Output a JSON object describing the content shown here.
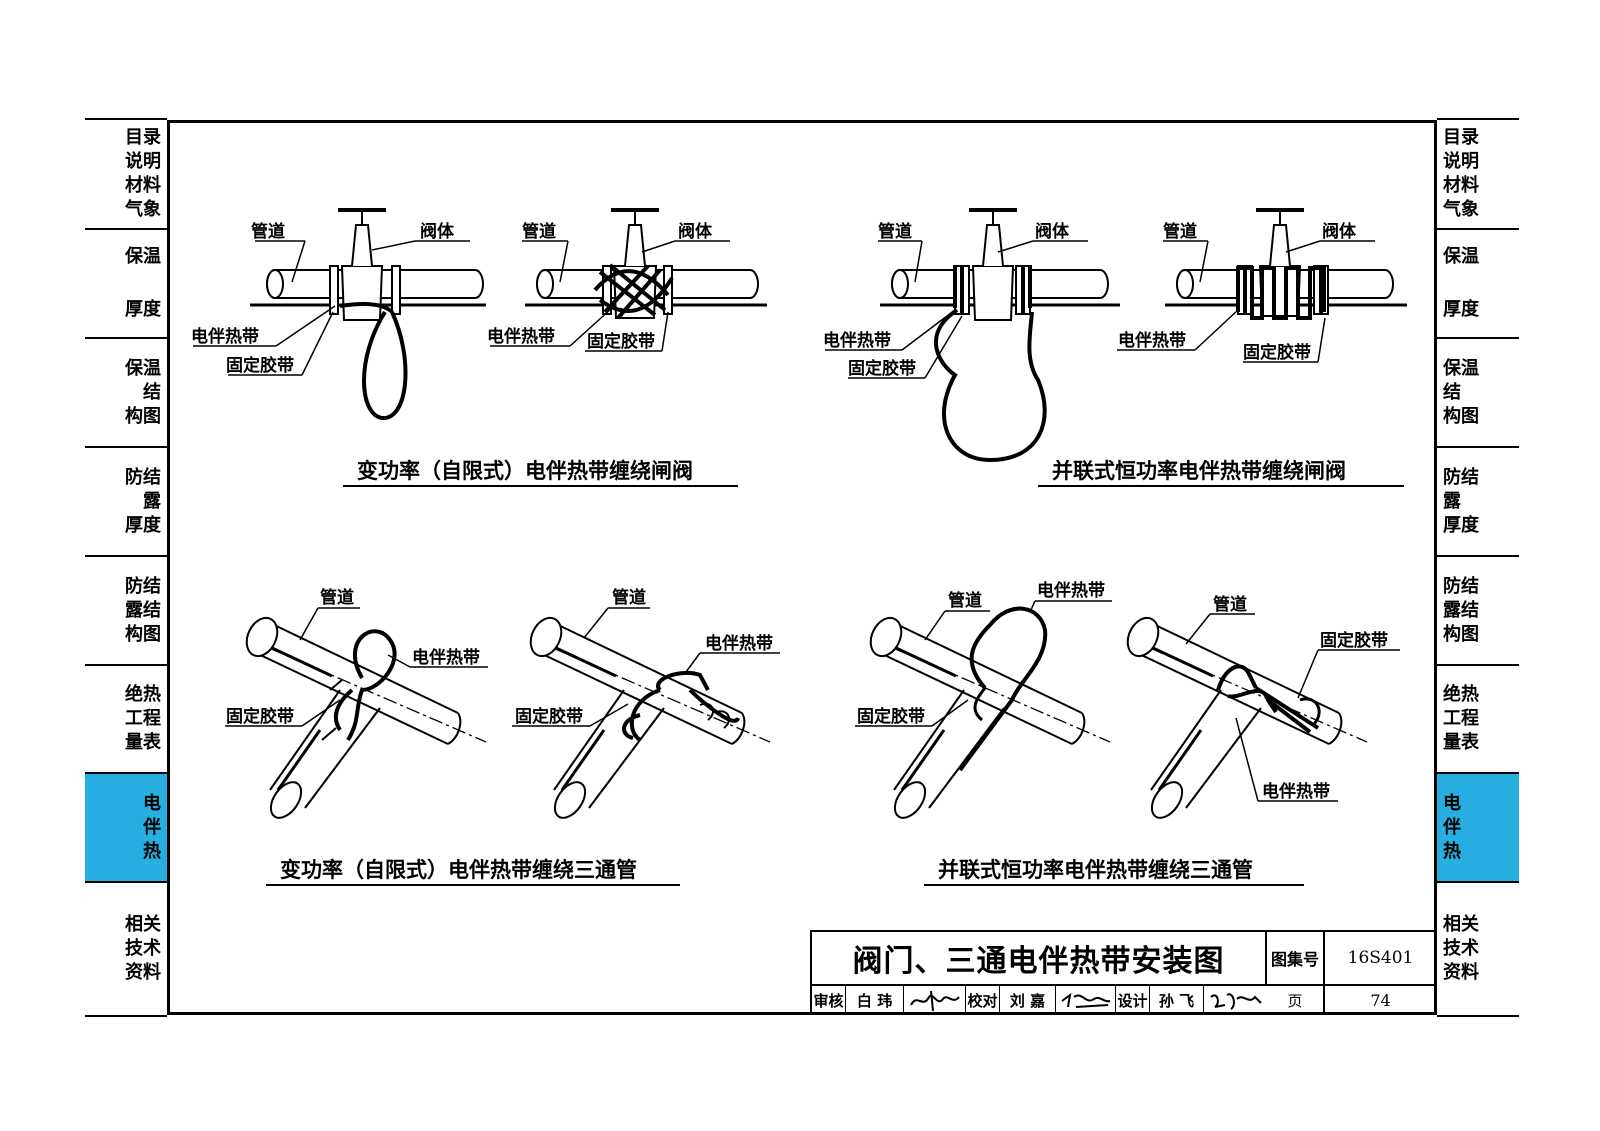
{
  "sidebar": {
    "items": [
      {
        "lines": [
          "目录",
          "说明",
          "材料",
          "气象"
        ],
        "active": false
      },
      {
        "lines": [
          "保温",
          "厚度"
        ],
        "active": false,
        "spread": true
      },
      {
        "lines": [
          "保温",
          "结",
          "构图"
        ],
        "active": false
      },
      {
        "lines": [
          "防结",
          "露",
          "厚度"
        ],
        "active": false
      },
      {
        "lines": [
          "防结",
          "露结",
          "构图"
        ],
        "active": false
      },
      {
        "lines": [
          "绝热",
          "工程",
          "量表"
        ],
        "active": false
      },
      {
        "lines": [
          "电",
          "伴",
          "热"
        ],
        "active": true
      },
      {
        "lines": [
          "相关",
          "技术",
          "资料"
        ],
        "active": false
      }
    ],
    "active_color": "#27aee0"
  },
  "labels": {
    "pipe": "管道",
    "valve_body": "阀体",
    "heat_tape": "电伴热带",
    "fix_tape": "固定胶带"
  },
  "captions": {
    "valve_self_limiting": "变功率（自限式）电伴热带缠绕闸阀",
    "valve_parallel": "并联式恒功率电伴热带缠绕闸阀",
    "tee_self_limiting": "变功率（自限式）电伴热带缠绕三通管",
    "tee_parallel": "并联式恒功率电伴热带缠绕三通管"
  },
  "title_block": {
    "title": "阀门、三通电伴热带安装图",
    "atlas_label": "图集号",
    "atlas_no": "16S401",
    "review_label": "审核",
    "reviewer": "白 玮",
    "check_label": "校对",
    "checker": "刘 嘉",
    "design_label": "设计",
    "designer": "孙 飞",
    "page_label": "页",
    "page_no": "74"
  }
}
